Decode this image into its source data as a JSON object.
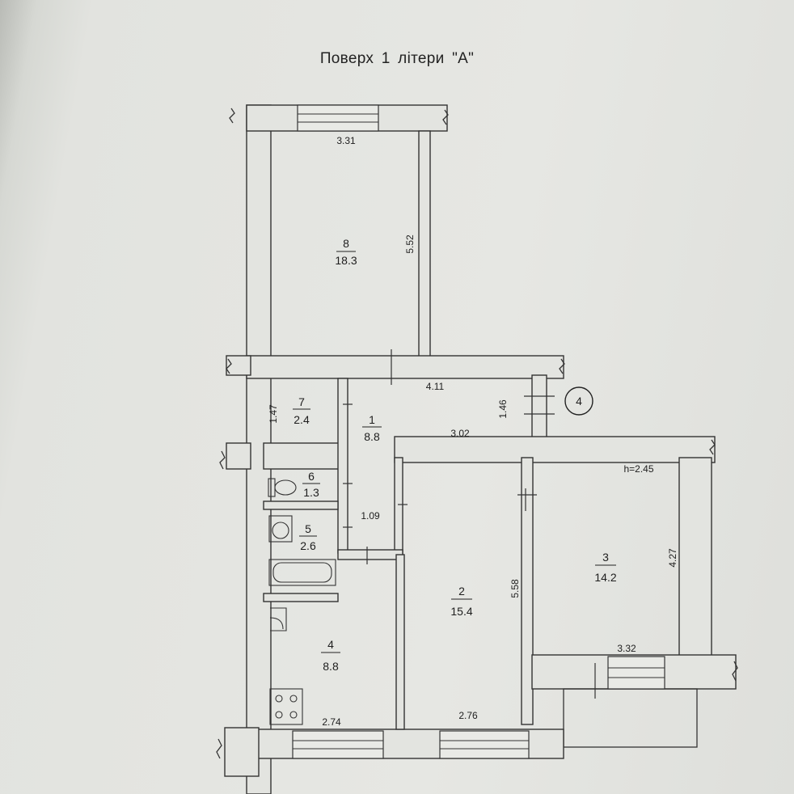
{
  "title": "Поверх  1  літери \"А\"",
  "ceiling_height": "h=2.45",
  "balcony_marker": "4",
  "rooms": [
    {
      "id": "8",
      "area": "18.3"
    },
    {
      "id": "7",
      "area": "2.4"
    },
    {
      "id": "1",
      "area": "8.8"
    },
    {
      "id": "6",
      "area": "1.3"
    },
    {
      "id": "5",
      "area": "2.6"
    },
    {
      "id": "4",
      "area": "8.8"
    },
    {
      "id": "2",
      "area": "15.4"
    },
    {
      "id": "3",
      "area": "14.2"
    }
  ],
  "dimensions": {
    "room8_width": "3.31",
    "room8_length": "5.52",
    "corridor_length": "4.11",
    "room7_depth": "1.47",
    "corridor_width_right": "1.46",
    "corridor_lower": "3.02",
    "hall_width": "1.09",
    "room2_length": "5.58",
    "room3_length": "4.27",
    "room3_width": "3.32",
    "room4_width": "2.74",
    "room2_width": "2.76"
  }
}
